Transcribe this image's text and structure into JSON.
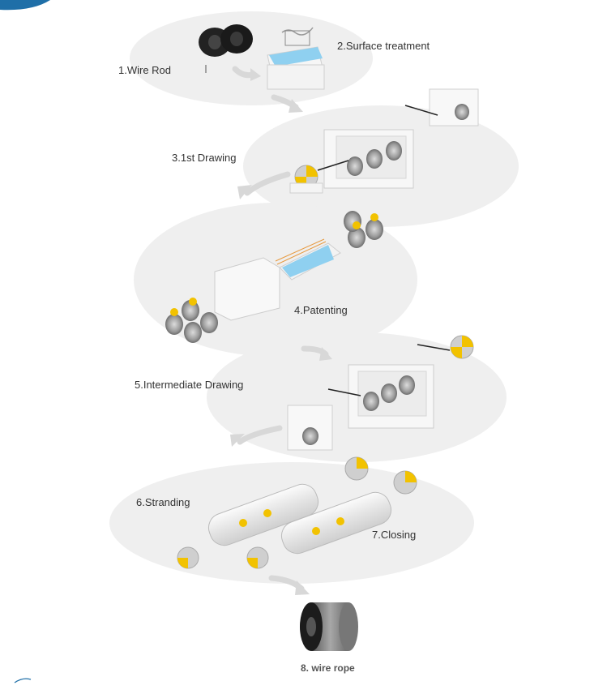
{
  "steps": {
    "s1": "1.Wire Rod",
    "s2": "2.Surface treatment",
    "s3": "3.1st Drawing",
    "s4": "4.Patenting",
    "s5": "5.Intermediate Drawing",
    "s6": "6.Stranding",
    "s7": "7.Closing",
    "s8": "8. wire rope"
  },
  "colors": {
    "blob": "#efefef",
    "machine": "#f7f7f7",
    "edge": "#c9c9c9",
    "spool_yellow": "#f2c200",
    "spool_orange": "#e79a40",
    "coil_grey": "#8a8a8a",
    "water": "#8fd0f0",
    "arrow": "#dadada",
    "rod_black": "#1e1e1e",
    "corner_blue": "#1f6fa8"
  },
  "icons": [
    "wire-rod-coil-icon",
    "acid-bath-icon",
    "drawing-machine-icon",
    "furnace-icon",
    "stranding-machine-icon",
    "wire-rope-reel-icon",
    "flow-arrow-icon"
  ]
}
